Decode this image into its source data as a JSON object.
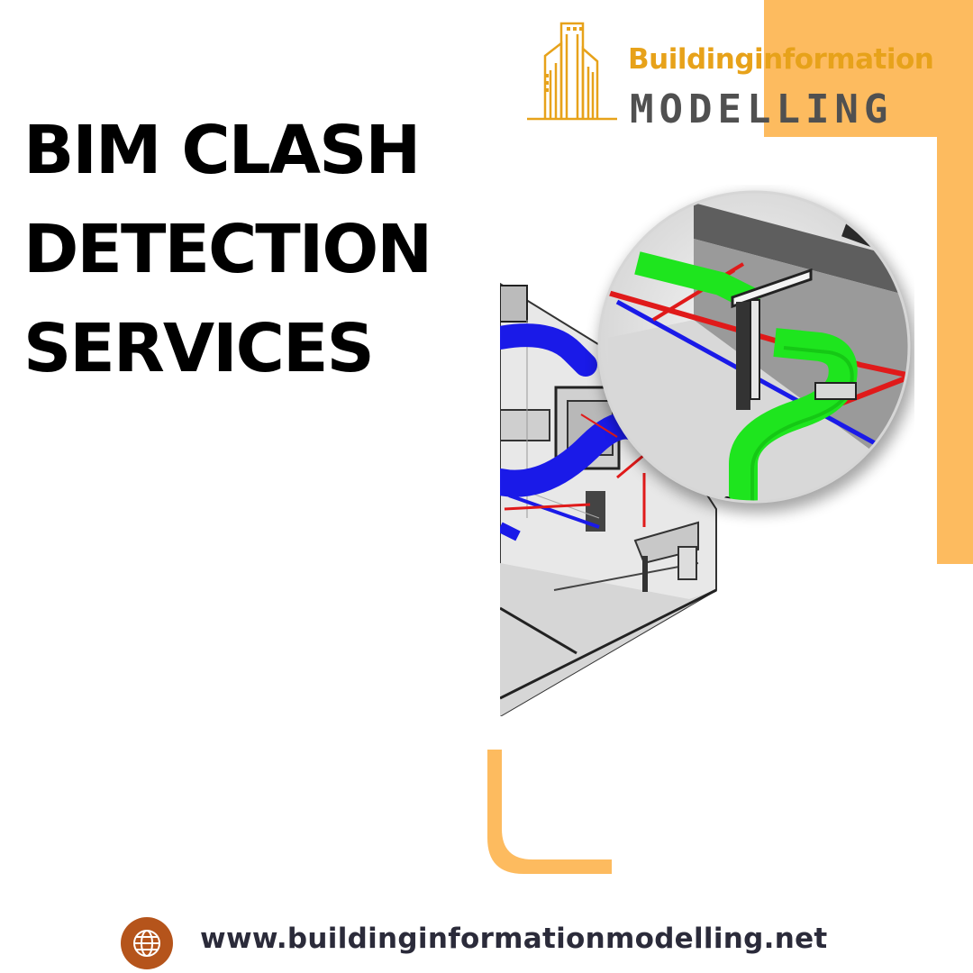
{
  "brand": {
    "line1": "Buildinginformation",
    "line2": "MODELLING",
    "color_primary": "#e7a21a",
    "color_secondary": "#505050",
    "icon": "building-skyline-icon"
  },
  "headline": {
    "line1": "BIM CLASH",
    "line2": "DETECTION",
    "line3": "SERVICES"
  },
  "illustration": {
    "subject": "bim-clash-detection-3d-model",
    "colors": {
      "duct_green": "#1ee51e",
      "duct_blue": "#1a1ae8",
      "pipe_red": "#e01a1a"
    }
  },
  "footer": {
    "icon": "globe-icon",
    "website": "www.buildinginformationmodelling.net"
  },
  "theme": {
    "accent": "#fdbb5f",
    "badge": "#b5541b",
    "text": "#000000",
    "url_text": "#2b2b3a"
  }
}
